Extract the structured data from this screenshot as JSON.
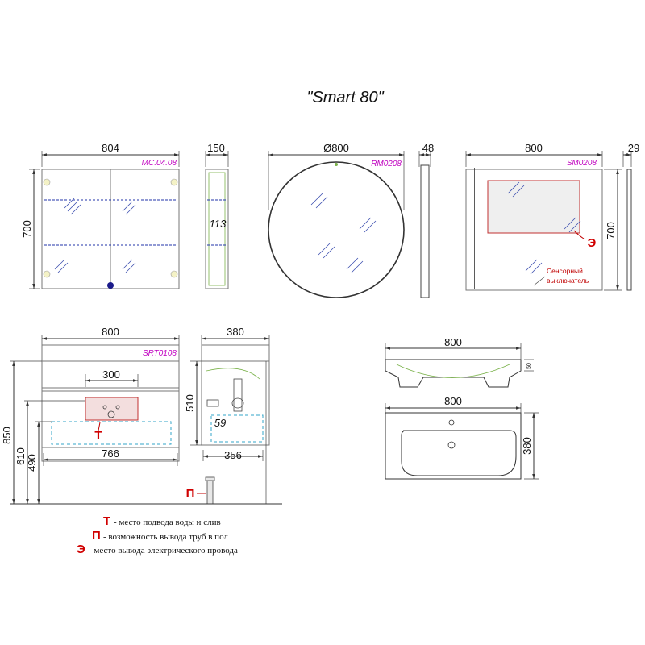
{
  "title": "\"Smart 80\"",
  "cabinet": {
    "code": "MC.04.08",
    "width": "804",
    "height": "700",
    "depth": "150",
    "shelf": "113"
  },
  "mirror_round": {
    "code": "RM0208",
    "diameter": "Ø800",
    "depth": "48"
  },
  "mirror_rect": {
    "code": "SM0208",
    "width": "800",
    "height": "700",
    "depth": "29",
    "switch_label_1": "Сенсорный",
    "switch_label_2": "выключатель",
    "power_mark": "Э"
  },
  "vanity": {
    "code": "SRT0108",
    "width": "800",
    "drawer_width": "300",
    "inner_width": "766",
    "total_height": "850",
    "h_610": "610",
    "h_490": "490",
    "water_mark": "Т"
  },
  "vanity_side": {
    "depth": "380",
    "height": "510",
    "inner_depth": "356",
    "offset": "59"
  },
  "floor_mark": "П",
  "basin": {
    "width_top": "800",
    "thickness": "50",
    "width_plan": "800",
    "depth_plan": "380"
  },
  "legend": [
    {
      "key": "Т",
      "text": "- место подвода воды и слив"
    },
    {
      "key": "П",
      "text": "- возможность вывода труб в пол"
    },
    {
      "key": "Э",
      "text": "- место вывода электрического провода"
    }
  ]
}
